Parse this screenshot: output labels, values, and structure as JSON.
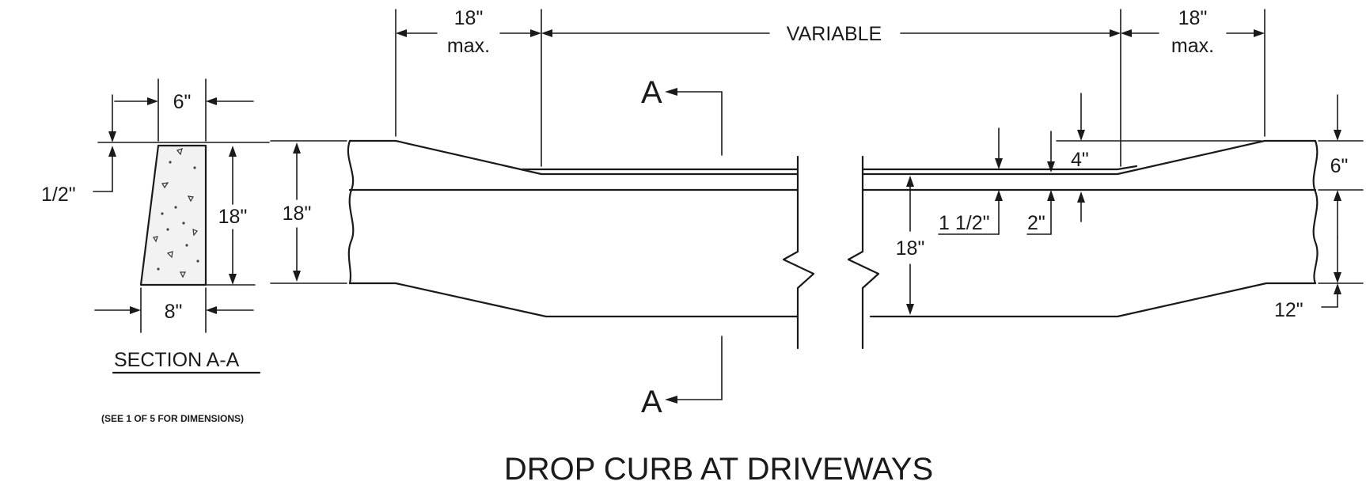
{
  "title": "DROP CURB AT DRIVEWAYS",
  "section": {
    "title": "SECTION A-A",
    "note": "(SEE 1 OF 5 FOR DIMENSIONS)",
    "dims": {
      "top_width": "6\"",
      "bottom_width": "8\"",
      "height": "18\"",
      "batter": "1/2\""
    }
  },
  "elevation": {
    "left_flare": {
      "line1": "18\"",
      "line2": "max."
    },
    "middle": "VARIABLE",
    "right_flare": {
      "line1": "18\"",
      "line2": "max."
    },
    "left_height": "18\"",
    "cut_marker_top": "A",
    "cut_marker_bottom": "A",
    "right_dims": {
      "reveal": "6\"",
      "drop": "4\"",
      "lip_a": "1 1/2\"",
      "lip_b": "2\"",
      "depth": "18\"",
      "bottom_drop": "12\""
    }
  }
}
